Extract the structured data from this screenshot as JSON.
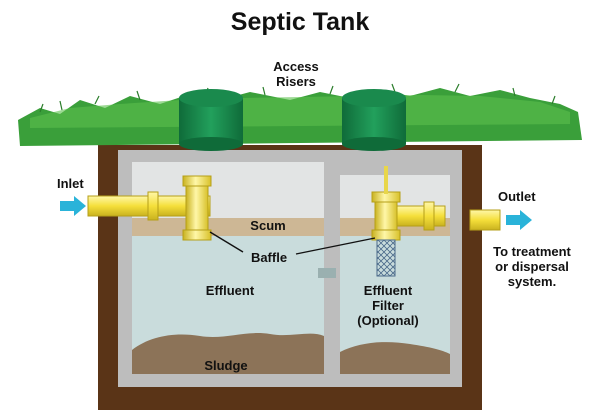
{
  "title": "Septic Tank",
  "labels": {
    "access_risers": [
      "Access",
      "Risers"
    ],
    "inlet": "Inlet",
    "outlet": "Outlet",
    "scum": "Scum",
    "baffle": "Baffle",
    "effluent": "Effluent",
    "effluent_filter": [
      "Effluent",
      "Filter",
      "(Optional)"
    ],
    "sludge": "Sludge",
    "treatment": [
      "To treatment",
      "or dispersal",
      "system."
    ]
  },
  "colors": {
    "grass": "#3a9f3a",
    "soil": "#5a3417",
    "tank_wall": "#bdbdbd",
    "water": "#c9dcdc",
    "scum": "#cdb795",
    "sludge": "#8c7358",
    "pipe": "#f7e54c",
    "riser": "#1a8a4d",
    "arrow": "#2ab3d9"
  }
}
